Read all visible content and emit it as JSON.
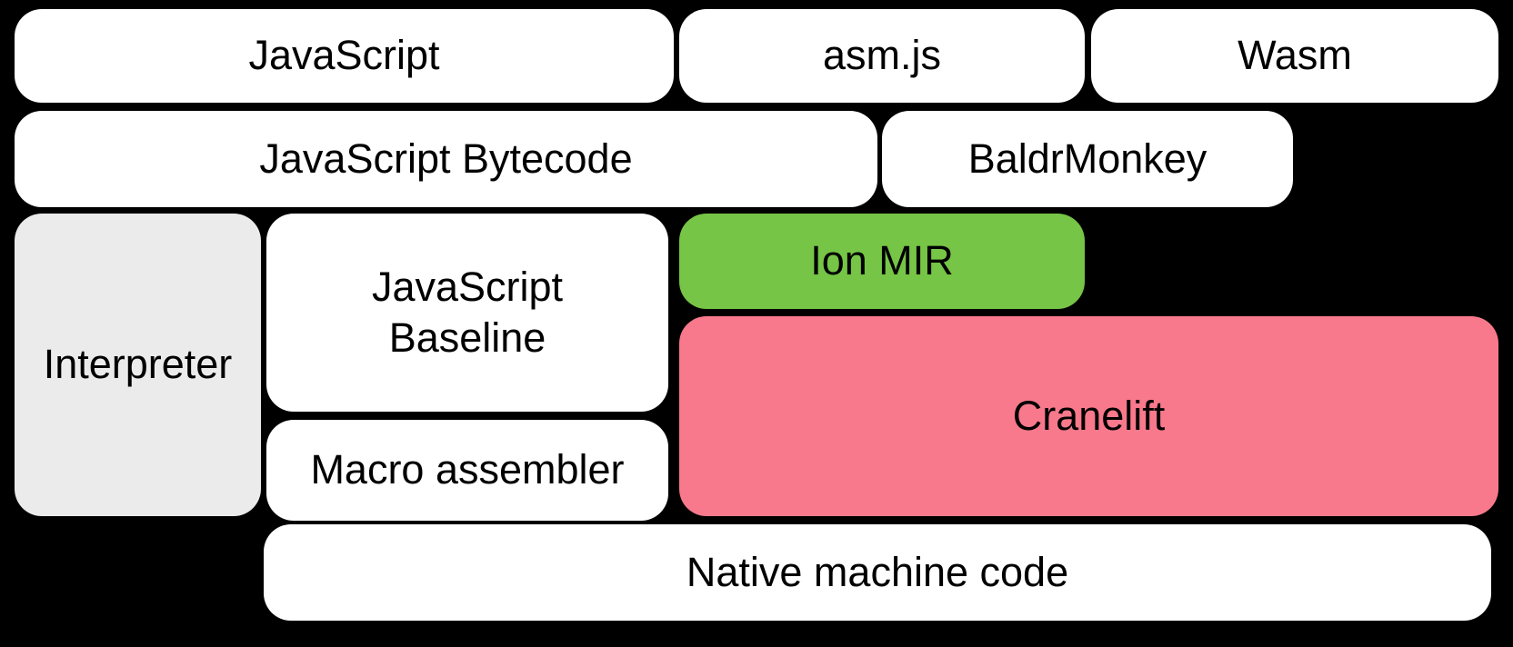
{
  "diagram": {
    "colors": {
      "background": "#000000",
      "node_default": "#ffffff",
      "node_interpreter": "#ebebeb",
      "node_ion_mir": "#76c546",
      "node_cranelift": "#f7798b",
      "text": "#000000"
    },
    "nodes": {
      "javascript": {
        "label": "JavaScript",
        "fill": "#ffffff"
      },
      "asmjs": {
        "label": "asm.js",
        "fill": "#ffffff"
      },
      "wasm": {
        "label": "Wasm",
        "fill": "#ffffff"
      },
      "js_bytecode": {
        "label": "JavaScript Bytecode",
        "fill": "#ffffff"
      },
      "baldrmonkey": {
        "label": "BaldrMonkey",
        "fill": "#ffffff"
      },
      "interpreter": {
        "label": "Interpreter",
        "fill": "#ebebeb"
      },
      "js_baseline": {
        "label": "JavaScript Baseline",
        "lines": [
          "JavaScript",
          "Baseline"
        ],
        "fill": "#ffffff"
      },
      "ion_mir": {
        "label": "Ion MIR",
        "fill": "#76c546"
      },
      "cranelift": {
        "label": "Cranelift",
        "fill": "#f7798b"
      },
      "macro_assembler": {
        "label": "Macro assembler",
        "fill": "#ffffff"
      },
      "native": {
        "label": "Native machine code",
        "fill": "#ffffff"
      }
    }
  }
}
